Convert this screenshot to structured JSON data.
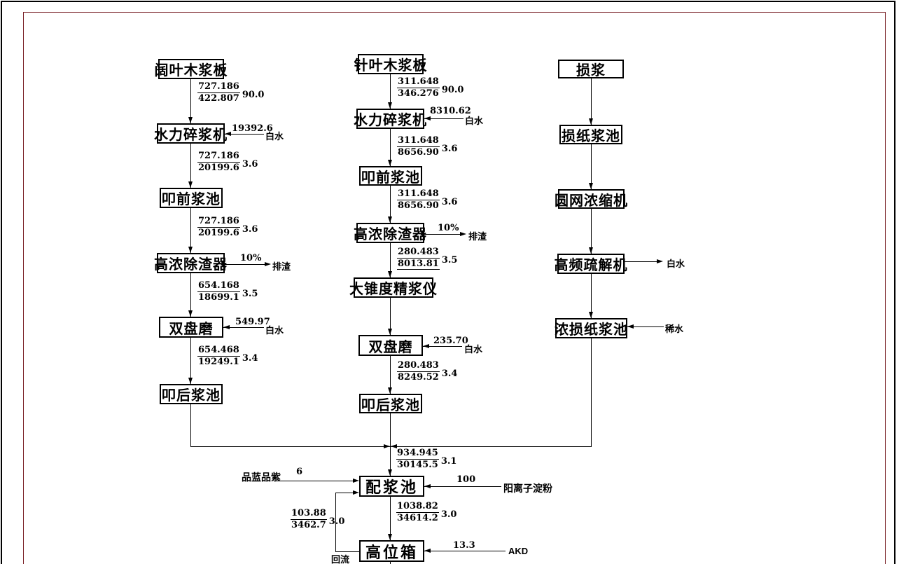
{
  "colors": {
    "background": "#ffffff",
    "outer_frame": "#000000",
    "inner_frame": "#7a2127",
    "line": "#000000"
  },
  "left": {
    "boxes": [
      "阔叶木浆板",
      "水力碎浆机",
      "叩前浆池",
      "高浓除渣器",
      "双盘磨",
      "叩后浆池"
    ],
    "flows": [
      {
        "num": "727.186",
        "den": "422.807",
        "conc": "90.0"
      },
      {
        "num": "727.186",
        "den": "20199.6",
        "conc": "3.6"
      },
      {
        "num": "727.186",
        "den": "20199.6",
        "conc": "3.6"
      },
      {
        "num": "654.168",
        "den": "18699.1",
        "conc": "3.5"
      },
      {
        "num": "654.468",
        "den": "19249.1",
        "conc": "3.4"
      }
    ],
    "whitewater1": {
      "value": "19392.6",
      "label": "白水"
    },
    "reject": {
      "value": "10%",
      "label": "排渣"
    },
    "whitewater2": {
      "value": "549.97",
      "label": "白水"
    }
  },
  "middle": {
    "boxes": [
      "针叶木浆板",
      "水力碎浆机",
      "叩前浆池",
      "高浓除渣器",
      "大锥度精浆仪",
      "双盘磨",
      "叩后浆池"
    ],
    "flows": [
      {
        "num": "311.648",
        "den": "346.276",
        "conc": "90.0"
      },
      {
        "num": "311.648",
        "den": "8656.90",
        "conc": "3.6"
      },
      {
        "num": "311.648",
        "den": "8656.90",
        "conc": "3.6"
      },
      {
        "num": "280.483",
        "den": "8013.81",
        "conc": "3.5"
      },
      {
        "num": "280.483",
        "den": "8249.52",
        "conc": "3.4"
      }
    ],
    "whitewater1": {
      "value": "8310.62",
      "label": "白水"
    },
    "reject": {
      "value": "10%",
      "label": "排渣"
    },
    "whitewater2": {
      "value": "235.70",
      "label": "白水"
    }
  },
  "right": {
    "boxes": [
      "损浆",
      "损纸浆池",
      "圆网浓缩机",
      "高频疏解机",
      "浓损纸浆池"
    ],
    "whitewater_out": {
      "label": "白水"
    },
    "dilution_in": {
      "label": "稀水"
    }
  },
  "bottom": {
    "merge_flow": {
      "num": "934.945",
      "den": "30145.5",
      "conc": "3.1"
    },
    "mix_box": "配浆池",
    "head_box": "高位箱",
    "mix_flow": {
      "num": "1038.82",
      "den": "34614.2",
      "conc": "3.0"
    },
    "dye": {
      "label": "品蓝品紫",
      "value": "6"
    },
    "starch": {
      "label": "阳离子淀粉",
      "value": "100"
    },
    "akd": {
      "label": "AKD",
      "value": "13.3"
    },
    "recycle": {
      "label": "回流",
      "num": "103.88",
      "den": "3462.7",
      "conc": "3.0"
    }
  }
}
